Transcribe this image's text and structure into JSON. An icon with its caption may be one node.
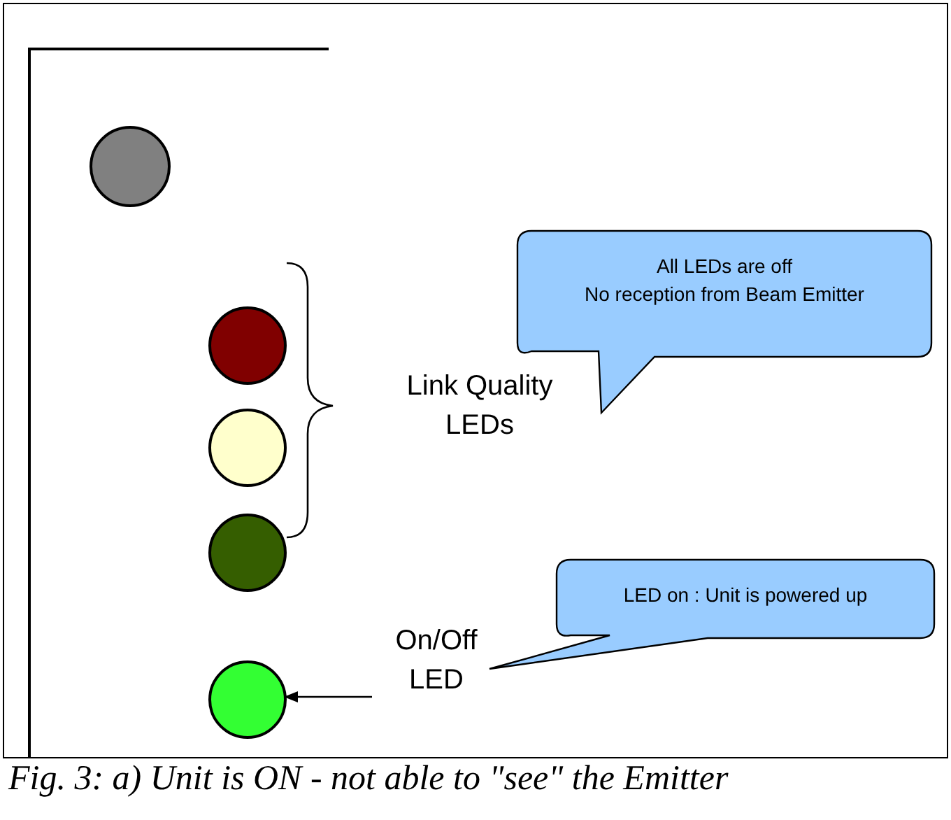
{
  "diagram": {
    "caption": "Fig. 3: a) Unit is ON - not able to \"see\" the Emitter",
    "nodes": [
      {
        "text": [],
        "shape": "box"
      },
      {
        "text": [],
        "shape": "circle",
        "in": 0
      },
      {
        "text": [],
        "shape": "circle",
        "in": 0
      },
      {
        "text": [],
        "shape": "circle",
        "in": 0
      },
      {
        "text": [],
        "shape": "circle",
        "in": 0
      },
      {
        "text": [],
        "shape": "circle",
        "in": 0
      },
      {
        "text": [
          "On/Off LED"
        ]
      },
      {
        "text": [
          "All LEDs are off",
          "No reception from Beam Emitter"
        ]
      },
      {
        "text": [
          "LED on : Unit is powered up"
        ]
      }
    ],
    "edges": [
      {
        "from": 6,
        "to": 5,
        "arrow": "to"
      }
    ],
    "labels": [
      "Link Quality LEDs"
    ]
  }
}
